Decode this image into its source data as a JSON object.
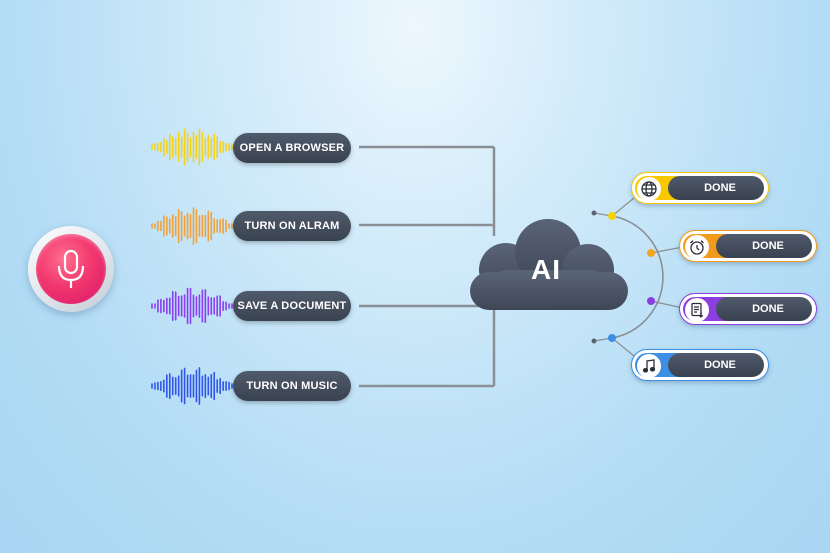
{
  "central": {
    "label": "AI"
  },
  "commands": [
    {
      "label": "OPEN A BROWSER",
      "wave_color": "#f5d21a"
    },
    {
      "label": "TURN ON ALRAM",
      "wave_color": "#f0a13a"
    },
    {
      "label": "SAVE A DOCUMENT",
      "wave_color": "#8a3ff0"
    },
    {
      "label": "TURN ON MUSIC",
      "wave_color": "#2f56e8"
    }
  ],
  "results": [
    {
      "label": "DONE",
      "icon": "globe-icon",
      "accent": "#f7c800"
    },
    {
      "label": "DONE",
      "icon": "alarm-clock-icon",
      "accent": "#f29a19"
    },
    {
      "label": "DONE",
      "icon": "document-download-icon",
      "accent": "#8b3fe0"
    },
    {
      "label": "DONE",
      "icon": "music-note-icon",
      "accent": "#3d8fe3"
    }
  ],
  "colors": {
    "mic": "#ef2f6e",
    "pill": "#414a58",
    "cloud": "#4a5366",
    "connector": "#8a8f96"
  }
}
